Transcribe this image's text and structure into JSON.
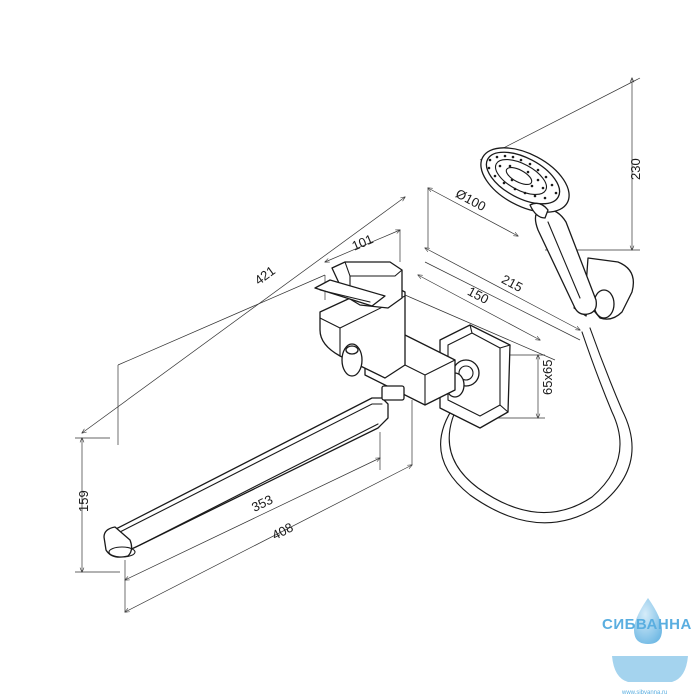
{
  "dimensions": {
    "total_length": "421",
    "body_depth": "101",
    "diffuser_diameter": "Ø100",
    "holder_height": "230",
    "projection": "215",
    "eccentric_spacing": "150",
    "flange_size": "65x65",
    "spout_height": "159",
    "spout_inner": "353",
    "spout_length": "408"
  },
  "watermark": {
    "brand": "СИБВАННА",
    "url": "www.sibvanna.ru",
    "color": "#5aaee0"
  },
  "colors": {
    "line": "#1a1a1a",
    "dimension": "#333333"
  }
}
